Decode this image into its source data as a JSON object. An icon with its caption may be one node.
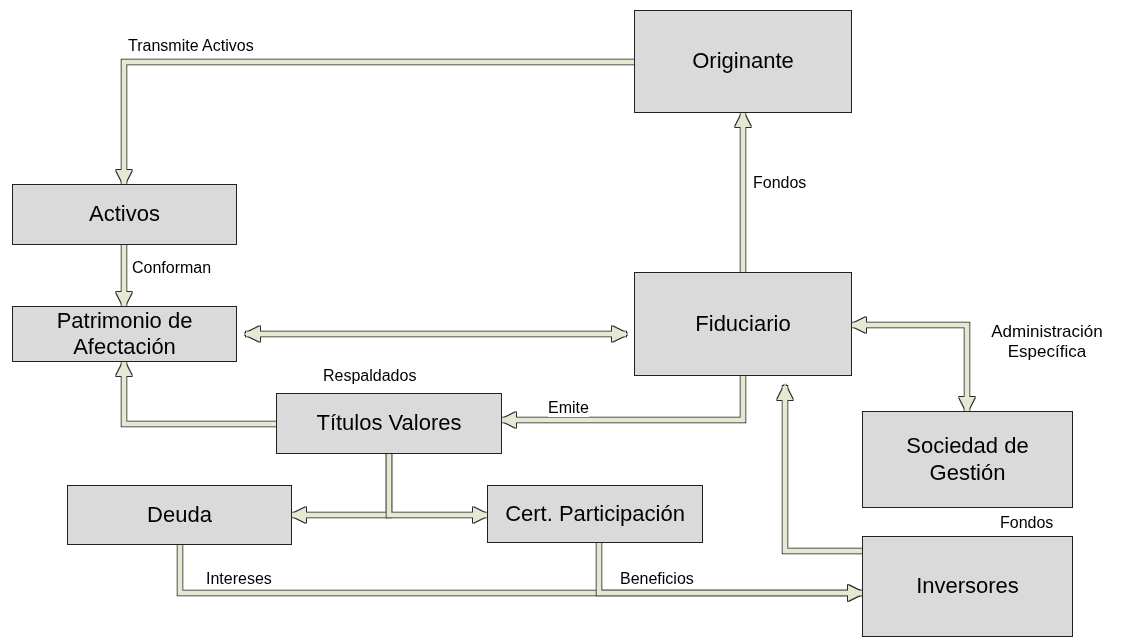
{
  "diagram": {
    "nodes": [
      {
        "text": [
          "Originante"
        ]
      },
      {
        "text": [
          "Activos"
        ]
      },
      {
        "text": [
          "Patrimonio de Afectación"
        ]
      },
      {
        "text": [
          "Fiduciario"
        ]
      },
      {
        "text": [
          "Títulos Valores"
        ]
      },
      {
        "text": [
          "Deuda"
        ]
      },
      {
        "text": [
          "Cert. Participación"
        ]
      },
      {
        "text": [
          "Sociedad de Gestión"
        ]
      },
      {
        "text": [
          "Inversores"
        ]
      }
    ],
    "edges": [
      {
        "from": 0,
        "to": 1,
        "arrow": "to",
        "label": "Transmite Activos"
      },
      {
        "from": 1,
        "to": 2,
        "arrow": "to",
        "label": "Conforman"
      },
      {
        "from": 2,
        "to": 3,
        "arrow": "both"
      },
      {
        "from": 3,
        "to": 0,
        "arrow": "to",
        "label": "Fondos"
      },
      {
        "from": 3,
        "to": 4,
        "arrow": "to",
        "label": "Emite"
      },
      {
        "from": 4,
        "to": 2,
        "arrow": "to",
        "label": "Respaldados"
      },
      {
        "from": 4,
        "to": 5,
        "arrow": "to"
      },
      {
        "from": 4,
        "to": 6,
        "arrow": "to"
      },
      {
        "from": 5,
        "to": 8,
        "arrow": "to",
        "label": "Intereses"
      },
      {
        "from": 6,
        "to": 8,
        "arrow": "to",
        "label": "Beneficios"
      },
      {
        "from": 8,
        "to": 3,
        "arrow": "to"
      },
      {
        "from": 3,
        "to": 7,
        "arrow": "both",
        "label": "Administración Específica"
      }
    ],
    "labels": [
      "Fondos"
    ]
  }
}
